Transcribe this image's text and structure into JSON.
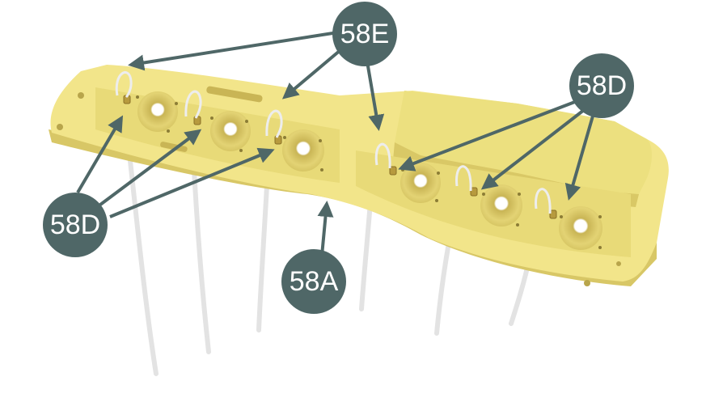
{
  "colors": {
    "callout_fill": "#4f6767",
    "arrow": "#4f6767",
    "panel_top": "#f2e58a",
    "panel_side": "#d8c766",
    "panel_shadow": "#c9b75a",
    "wire": "#e3e3e3",
    "hole_ring": "#e9db79",
    "hole_dark": "#c6b252"
  },
  "callouts": {
    "e": {
      "label": "58E",
      "icon": "callout-circle"
    },
    "d_right": {
      "label": "58D",
      "icon": "callout-circle"
    },
    "d_left": {
      "label": "58D",
      "icon": "callout-circle"
    },
    "a": {
      "label": "58A",
      "icon": "callout-circle"
    }
  },
  "part": {
    "name": "dashboard-panel",
    "icon": "yellow-instrument-panel"
  }
}
